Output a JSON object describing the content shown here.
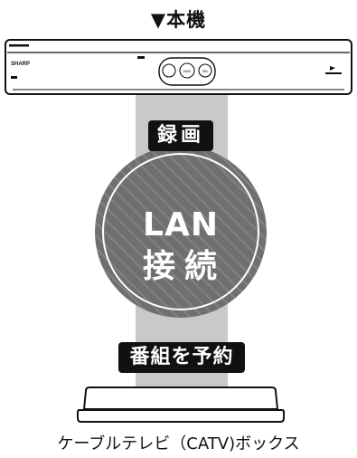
{
  "labels": {
    "main_unit": "▼本機",
    "recording": "録画",
    "lan_line1": "LAN",
    "lan_line2": "接続",
    "schedule": "番組を予約",
    "catv_box": "ケーブルテレビ（CATV)ボックス"
  },
  "device_markings": {
    "brand": "SHARP",
    "buttons": [
      "HDD",
      "BD"
    ]
  },
  "colors": {
    "connector_band": "#c9c9c9",
    "circle_fill": "#6f6f6f",
    "tag_bg": "#111111"
  }
}
